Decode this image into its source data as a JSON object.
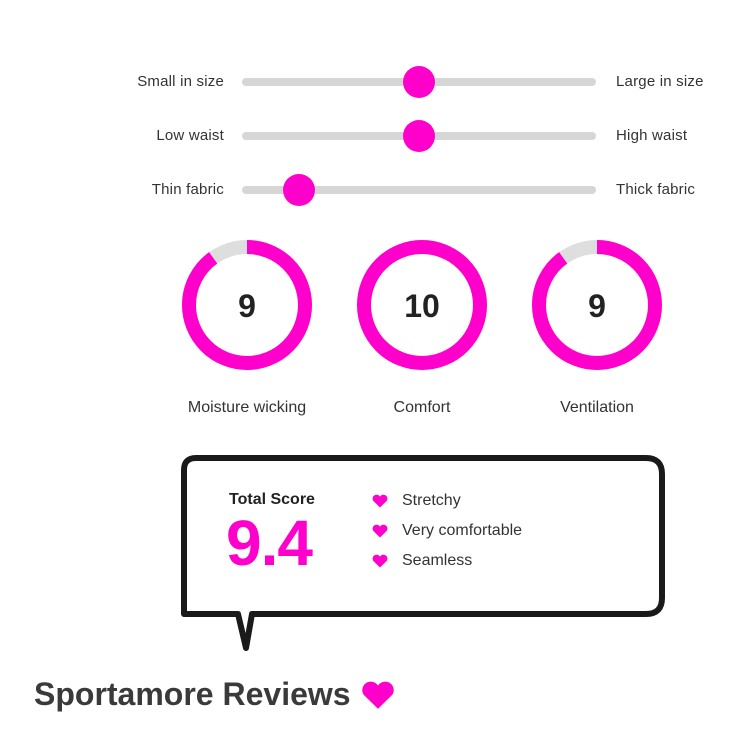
{
  "accent_color": "#ff00cc",
  "sliders": [
    {
      "left_label": "Small in size",
      "right_label": "Large in size",
      "value": 0.5
    },
    {
      "left_label": "Low waist",
      "right_label": "High waist",
      "value": 0.5
    },
    {
      "left_label": "Thin fabric",
      "right_label": "Thick fabric",
      "value": 0.16
    }
  ],
  "ratings": [
    {
      "value": "9",
      "label": "Moisture wicking",
      "fraction": 0.9
    },
    {
      "value": "10",
      "label": "Comfort",
      "fraction": 1.0
    },
    {
      "value": "9",
      "label": "Ventilation",
      "fraction": 0.9
    }
  ],
  "score": {
    "title": "Total Score",
    "value": "9.4",
    "features": [
      "Stretchy",
      "Very comfortable",
      "Seamless"
    ]
  },
  "brand": {
    "name": "Sportamore Reviews",
    "icon": "heart-icon"
  }
}
